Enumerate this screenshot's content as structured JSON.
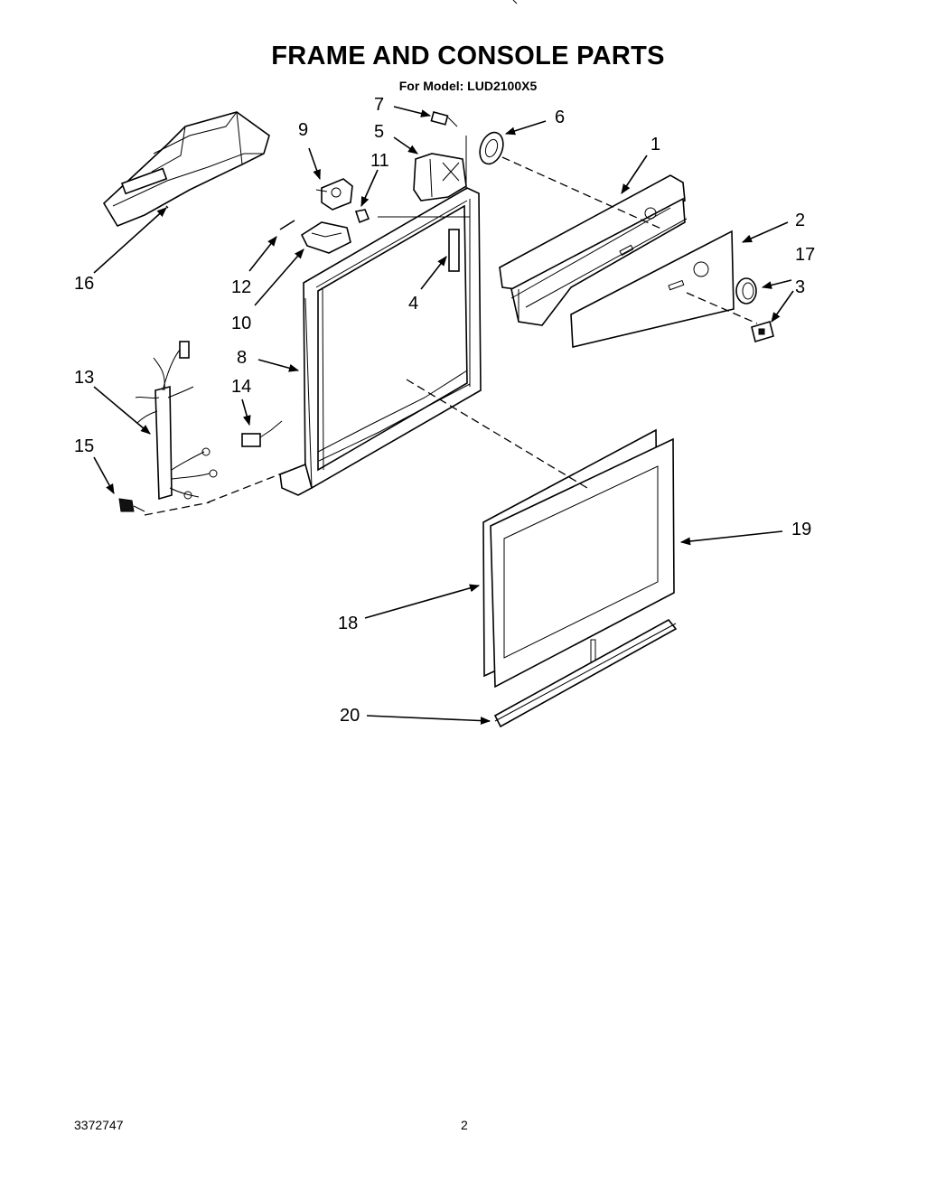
{
  "header": {
    "title": "FRAME AND CONSOLE PARTS",
    "model_line": "For Model: LUD2100X5"
  },
  "footer": {
    "document_number": "3372747",
    "page_number": "2"
  },
  "callouts": {
    "c1": "1",
    "c2": "2",
    "c3": "3",
    "c4": "4",
    "c5": "5",
    "c6": "6",
    "c7": "7",
    "c8": "8",
    "c9": "9",
    "c10": "10",
    "c11": "11",
    "c12": "12",
    "c13": "13",
    "c14": "14",
    "c15": "15",
    "c16": "16",
    "c17": "17",
    "c18": "18",
    "c19": "19",
    "c20": "20"
  }
}
